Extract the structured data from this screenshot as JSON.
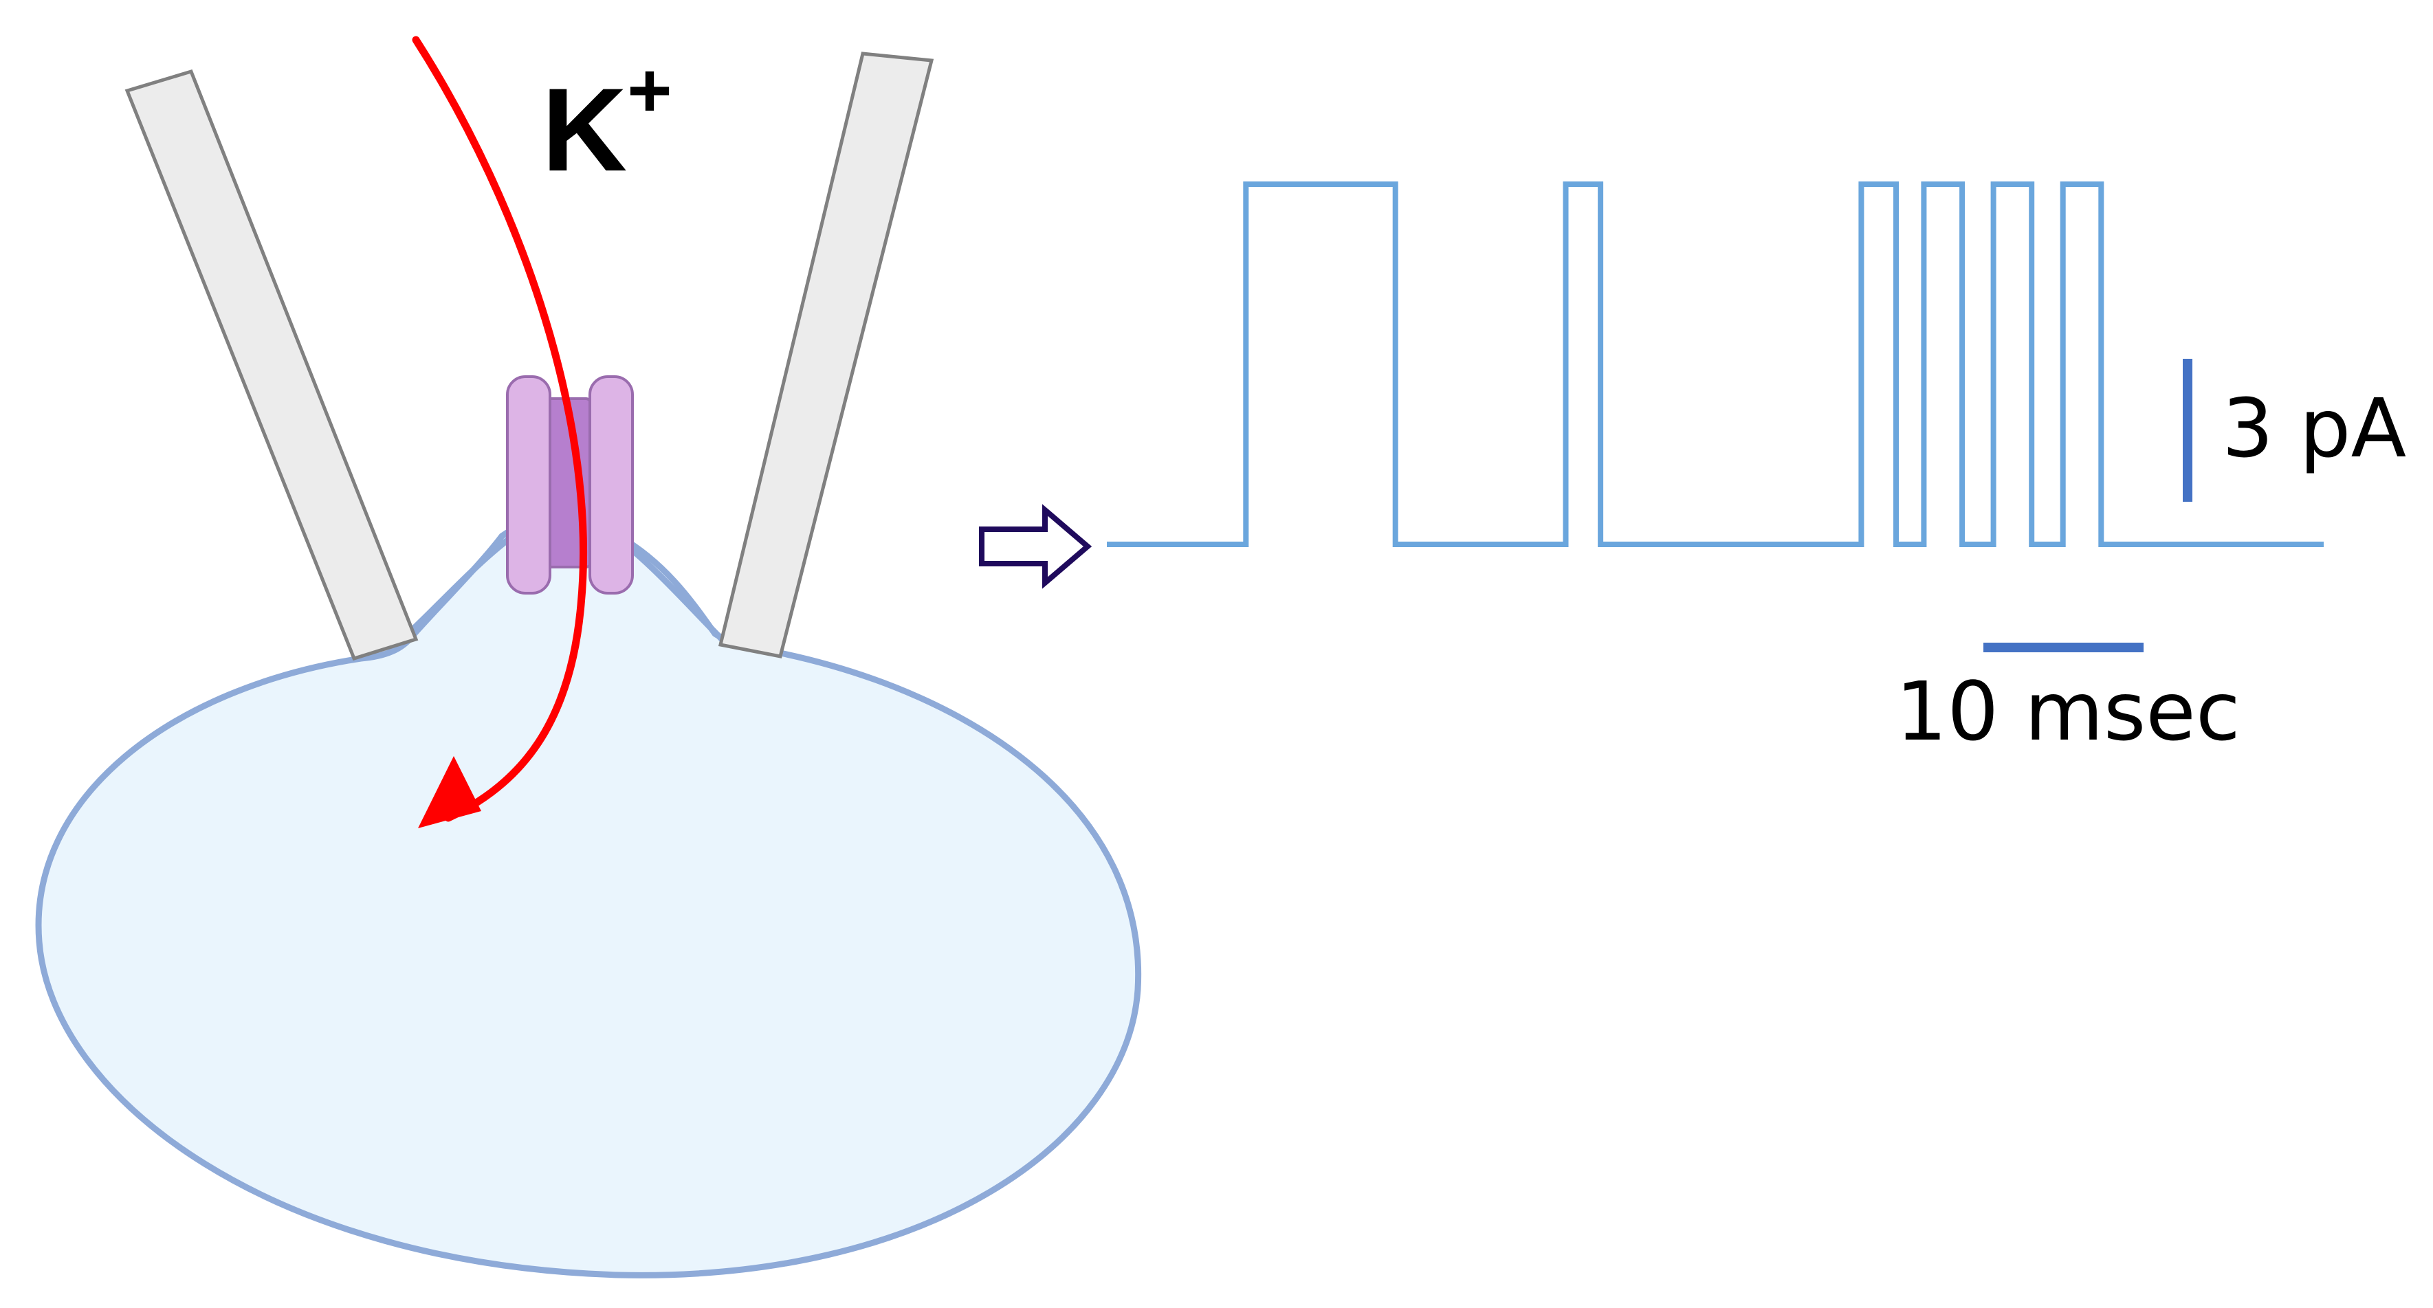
{
  "ion": {
    "symbol": "K",
    "charge": "+"
  },
  "scale_bars": {
    "current": "3 pA",
    "time": "10 msec"
  },
  "colors": {
    "cell_fill": "#eaf5fd",
    "cell_stroke": "#8eaad8",
    "pipette_fill": "#ececec",
    "pipette_stroke": "#808080",
    "channel_outer": "#ddb4e6",
    "channel_inner": "#b67fce",
    "channel_stroke": "#9a6cae",
    "flux_arrow": "#ff0000",
    "trace": "#6aa6dd",
    "scale_bar": "#4472c4",
    "pointer_arrow": "#1f0a5c",
    "text": "#000000"
  },
  "icons": {
    "pointer": "hollow-right-arrow-icon",
    "flux": "curved-arrow-icon"
  },
  "trace": {
    "description_levels": [
      "closed",
      "open"
    ],
    "events": [
      {
        "state": "open",
        "start_ms": 4.0,
        "end_ms": 8.3
      },
      {
        "state": "open",
        "start_ms": 13.2,
        "end_ms": 14.2
      },
      {
        "state": "open",
        "start_ms": 21.7,
        "end_ms": 22.7
      },
      {
        "state": "open",
        "start_ms": 23.5,
        "end_ms": 24.6
      },
      {
        "state": "open",
        "start_ms": 25.5,
        "end_ms": 26.6
      },
      {
        "state": "open",
        "start_ms": 27.5,
        "end_ms": 28.6
      }
    ],
    "duration_ms": 35.0,
    "open_amplitude_pA": 7.5
  }
}
